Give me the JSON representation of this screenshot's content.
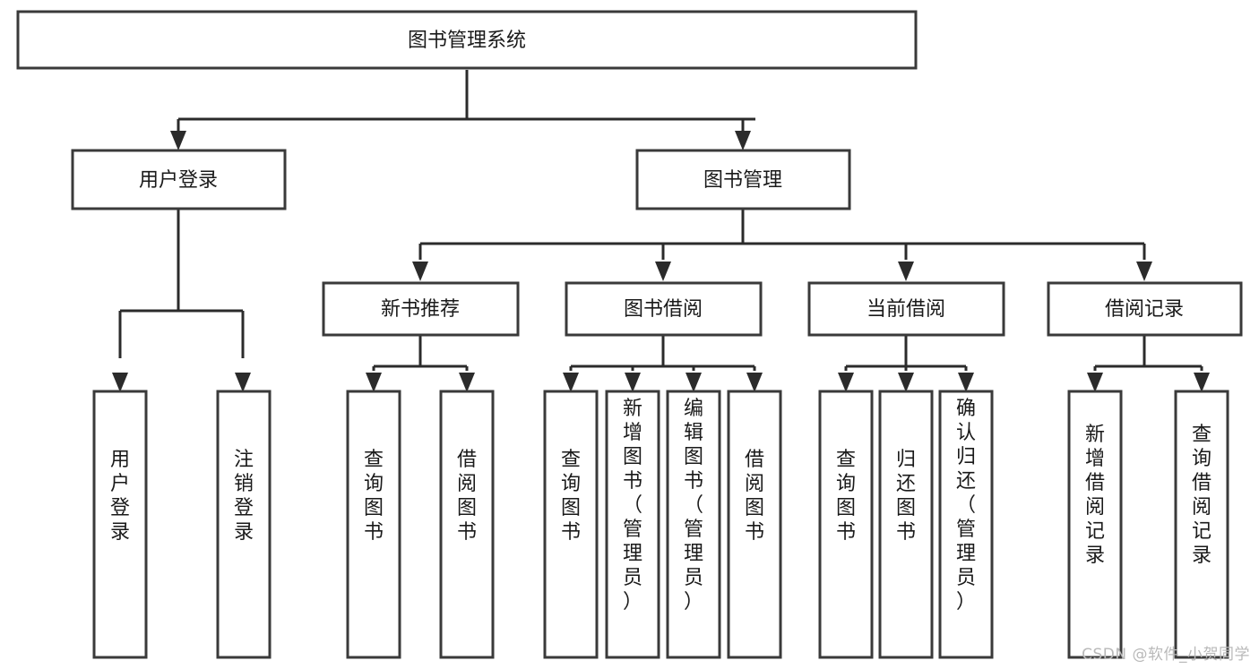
{
  "diagram": {
    "type": "tree",
    "title": "图书管理系统",
    "watermark": "CSDN @软件_小贺同学",
    "colors": {
      "box_stroke": "#3a3a3a",
      "connector": "#2b2b2b",
      "box_fill": "#ffffff",
      "text": "#1a1a1a",
      "watermark": "#b9b9b9",
      "background": "#ffffff"
    },
    "nodes": {
      "root": {
        "label": "图书管理系统",
        "level": 0
      },
      "l1": [
        {
          "id": "user-login",
          "label": "用户登录",
          "level": 1
        },
        {
          "id": "book-management",
          "label": "图书管理",
          "level": 1
        }
      ],
      "l2": [
        {
          "id": "new-book-recommend",
          "label": "新书推荐",
          "level": 2,
          "parent": "book-management"
        },
        {
          "id": "book-borrow",
          "label": "图书借阅",
          "level": 2,
          "parent": "book-management"
        },
        {
          "id": "current-borrow",
          "label": "当前借阅",
          "level": 2,
          "parent": "book-management"
        },
        {
          "id": "borrow-record",
          "label": "借阅记录",
          "level": 2,
          "parent": "book-management"
        }
      ],
      "leaves": [
        {
          "id": "leaf-user-login",
          "label": "用户登录",
          "parent": "user-login"
        },
        {
          "id": "leaf-user-logout",
          "label": "注销登录",
          "parent": "user-login"
        },
        {
          "id": "leaf-query-book-1",
          "label": "查询图书",
          "parent": "new-book-recommend"
        },
        {
          "id": "leaf-borrow-book-1",
          "label": "借阅图书",
          "parent": "new-book-recommend"
        },
        {
          "id": "leaf-query-book-2",
          "label": "查询图书",
          "parent": "book-borrow"
        },
        {
          "id": "leaf-add-book",
          "label": "新增图书（管理员）",
          "parent": "book-borrow"
        },
        {
          "id": "leaf-edit-book",
          "label": "编辑图书（管理员）",
          "parent": "book-borrow"
        },
        {
          "id": "leaf-borrow-book-2",
          "label": "借阅图书",
          "parent": "book-borrow"
        },
        {
          "id": "leaf-query-book-3",
          "label": "查询图书",
          "parent": "current-borrow"
        },
        {
          "id": "leaf-return-book",
          "label": "归还图书",
          "parent": "current-borrow"
        },
        {
          "id": "leaf-confirm-return",
          "label": "确认归还（管理员）",
          "parent": "current-borrow"
        },
        {
          "id": "leaf-add-record",
          "label": "新增借阅记录",
          "parent": "borrow-record"
        },
        {
          "id": "leaf-query-record",
          "label": "查询借阅记录",
          "parent": "borrow-record"
        }
      ]
    }
  }
}
